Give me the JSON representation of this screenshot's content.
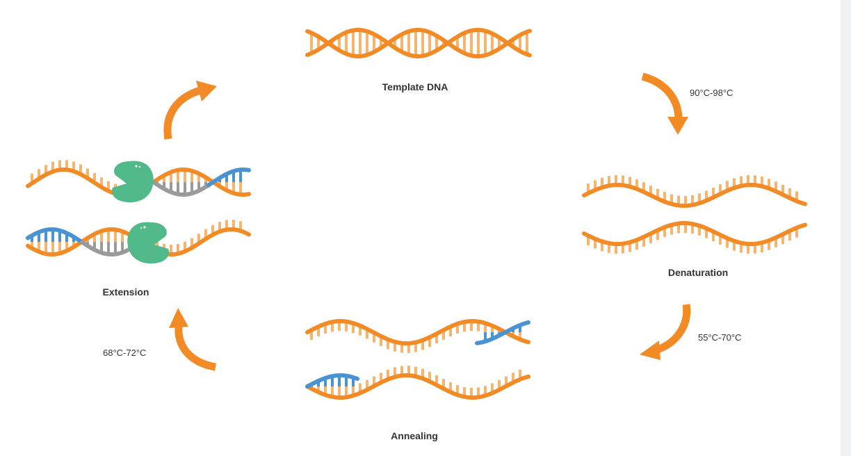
{
  "steps": {
    "template": {
      "label": "Template DNA"
    },
    "denaturation": {
      "label": "Denaturation",
      "temperature": "90°C-98°C"
    },
    "annealing": {
      "label": "Annealing",
      "temperature": "55°C-70°C"
    },
    "extension": {
      "label": "Extension",
      "temperature": "68°C-72°C"
    }
  },
  "colors": {
    "strand": "#f28a25",
    "base": "#f6b56e",
    "primer": "#4a93d3",
    "new_strand": "#9a9a9a",
    "enzyme": "#52b98a",
    "text": "#333333"
  }
}
